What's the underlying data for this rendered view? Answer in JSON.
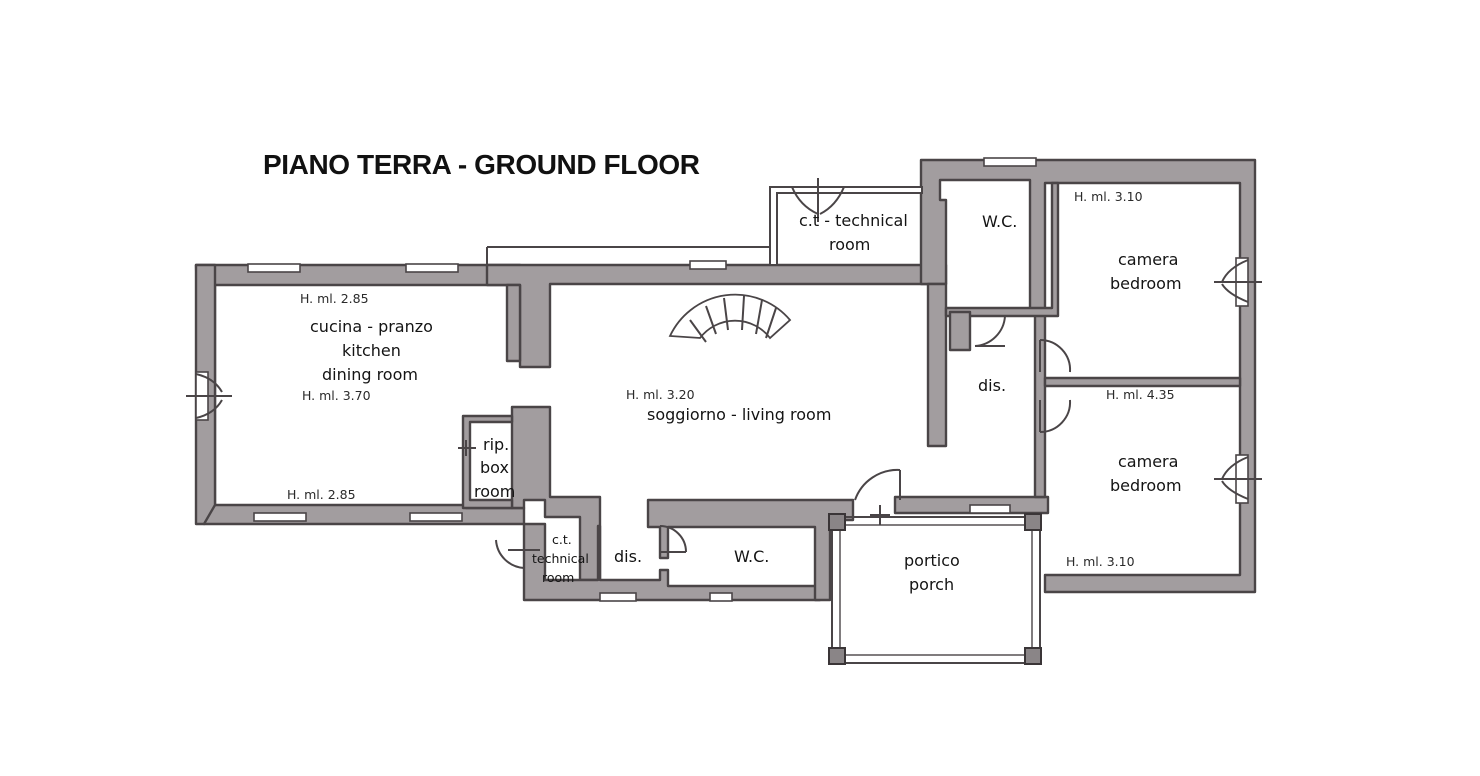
{
  "title": "PIANO TERRA - GROUND FLOOR",
  "rooms": {
    "kitchen": [
      "cucina - pranzo",
      "kitchen",
      "dining room"
    ],
    "living": "soggiorno - living room",
    "ct_top": [
      "c.t - technical",
      "room"
    ],
    "wc_top": "W.C.",
    "bedroom_top": [
      "camera",
      "bedroom"
    ],
    "dis_right": "dis.",
    "bedroom_bottom": [
      "camera",
      "bedroom"
    ],
    "box": [
      "rip.",
      "box",
      "room"
    ],
    "ct_bottom": [
      "c.t.",
      "technical",
      "room"
    ],
    "dis_bottom": "dis.",
    "wc_bottom": "W.C.",
    "porch": [
      "portico",
      "porch"
    ]
  },
  "heights": {
    "kitchen_top": "H. ml. 2.85",
    "kitchen_mid": "H. ml. 3.70",
    "kitchen_bottom": "H. ml. 2.85",
    "living": "H. ml. 3.20",
    "bedroom_top": "H. ml. 3.10",
    "bedroom_mid": "H. ml. 4.35",
    "bedroom_bottom": "H. ml. 3.10"
  }
}
